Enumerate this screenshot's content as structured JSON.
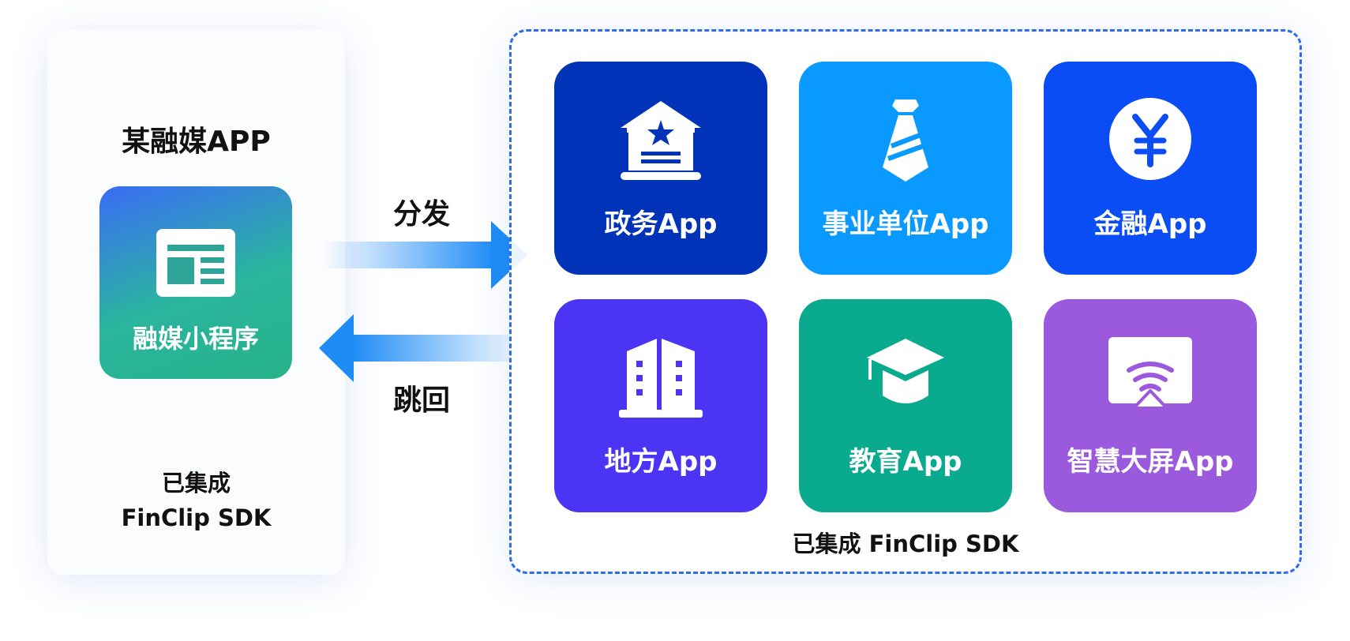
{
  "host_app": {
    "title": "某融媒APP",
    "mini_program_label": "融媒小程序",
    "sdk_line1": "已集成",
    "sdk_line2": "FinClip SDK",
    "mini_program_color_start": "#3a6cf6",
    "mini_program_color_end": "#27b28a"
  },
  "flows": {
    "send_label": "分发",
    "back_label": "跳回",
    "arrow_color": "#1e8cf5"
  },
  "target_group": {
    "sdk_label": "已集成 FinClip SDK",
    "border_color": "#2f6bea",
    "tiles": [
      {
        "label": "政务App",
        "icon": "government-building-icon",
        "color": "#0033b8"
      },
      {
        "label": "事业单位App",
        "icon": "necktie-icon",
        "color": "#0a99ff"
      },
      {
        "label": "金融App",
        "icon": "yuan-coin-icon",
        "color": "#0b4df5"
      },
      {
        "label": "地方App",
        "icon": "city-buildings-icon",
        "color": "#4c34f4"
      },
      {
        "label": "教育App",
        "icon": "graduation-cap-icon",
        "color": "#0aaa8f"
      },
      {
        "label": "智慧大屏App",
        "icon": "cast-screen-icon",
        "color": "#9b59de"
      }
    ]
  }
}
